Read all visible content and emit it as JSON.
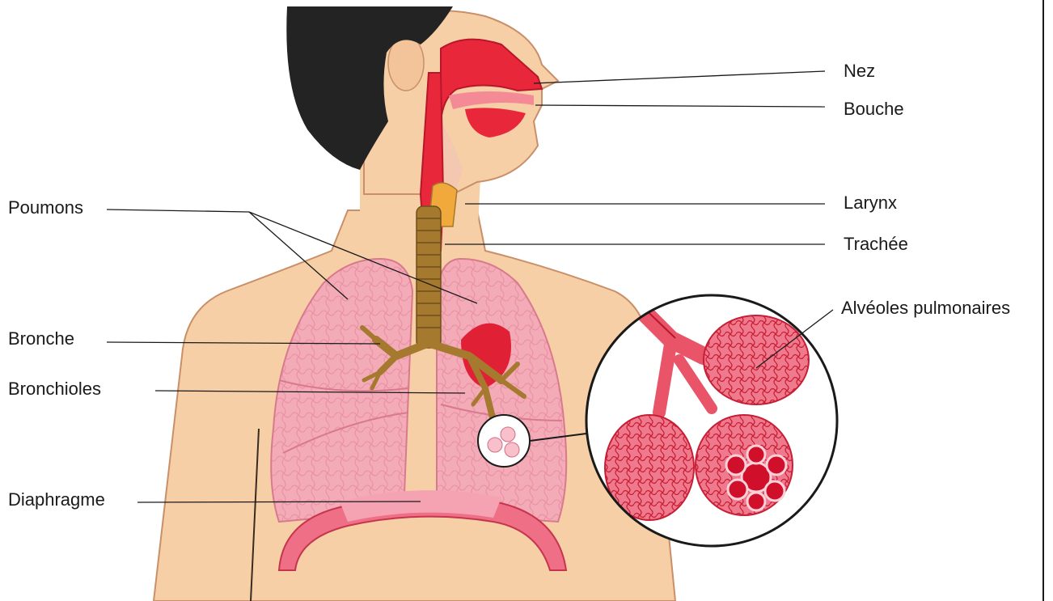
{
  "labels": {
    "nez": "Nez",
    "bouche": "Bouche",
    "larynx": "Larynx",
    "trachee": "Trachée",
    "alveoles": "Alvéoles pulmonaires",
    "poumons": "Poumons",
    "bronche": "Bronche",
    "bronchioles": "Bronchioles",
    "diaphragme": "Diaphragme"
  },
  "colors": {
    "skin": "#f6cfa6",
    "hair": "#232323",
    "lung": "#f2a8b5",
    "airway": "#e8283a",
    "trachea": "#a5792e",
    "diaphragm": "#ef6f86",
    "alveolus": "#ea5468"
  }
}
